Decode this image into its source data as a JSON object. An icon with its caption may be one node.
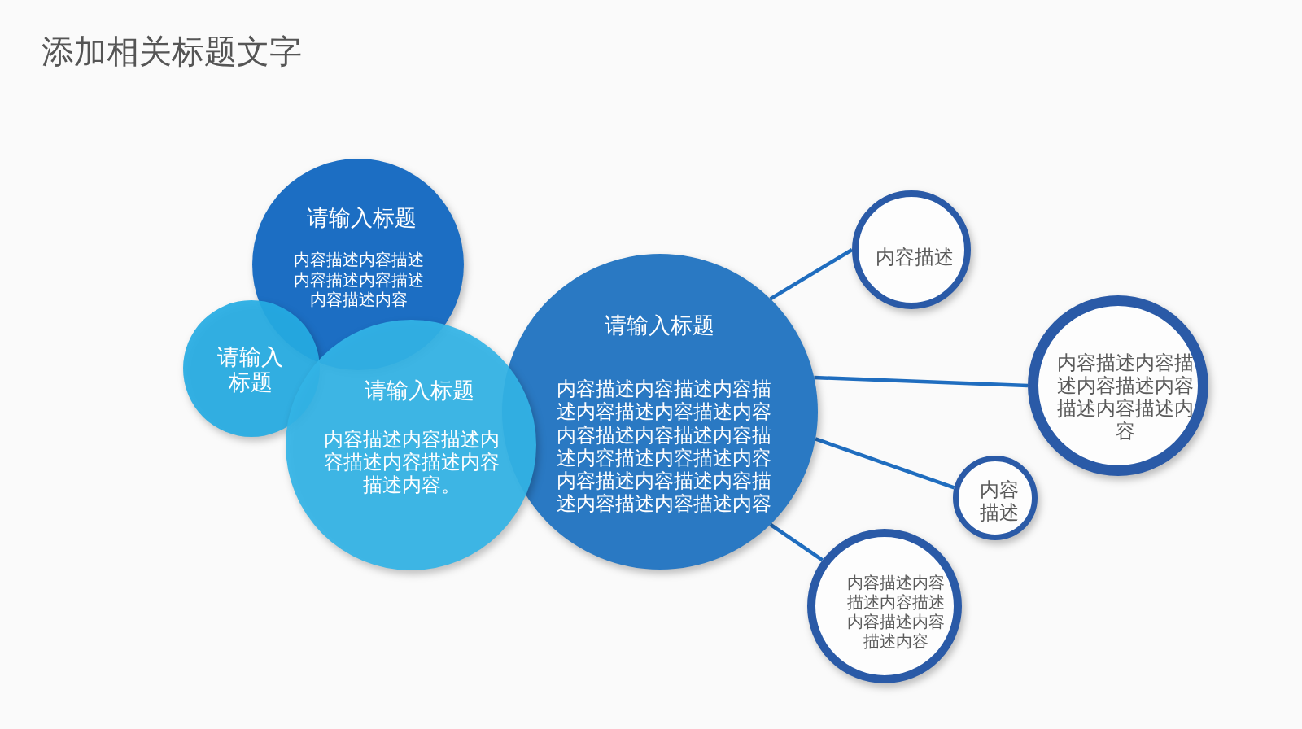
{
  "diagram": {
    "title": "添加相关标题文字",
    "nodes": [
      {
        "text": [
          "请输入标题",
          "内容描述内容描述内容描述内容描述内容描述内容"
        ]
      },
      {
        "text": [
          "请输入标题"
        ]
      },
      {
        "text": [
          "请输入标题",
          "内容描述内容描述内容描述内容描述内容描述内容。"
        ]
      },
      {
        "text": [
          "请输入标题",
          "内容描述内容描述内容描述内容描述内容描述内容内容描述内容描述内容描述内容描述内容描述内容内容描述内容描述内容描述内容描述内容描述内容"
        ]
      },
      {
        "text": [
          "内容描述"
        ]
      },
      {
        "text": [
          "内容描述内容描述内容描述内容描述内容描述内容"
        ]
      },
      {
        "text": [
          "内容描述"
        ]
      },
      {
        "text": [
          "内容描述内容描述内容描述内容描述内容描述内容"
        ]
      }
    ],
    "edges": [
      {
        "from": 3,
        "to": 4,
        "arrow": "none"
      },
      {
        "from": 3,
        "to": 5,
        "arrow": "none"
      },
      {
        "from": 3,
        "to": 6,
        "arrow": "none"
      },
      {
        "from": 3,
        "to": 7,
        "arrow": "none"
      }
    ]
  }
}
